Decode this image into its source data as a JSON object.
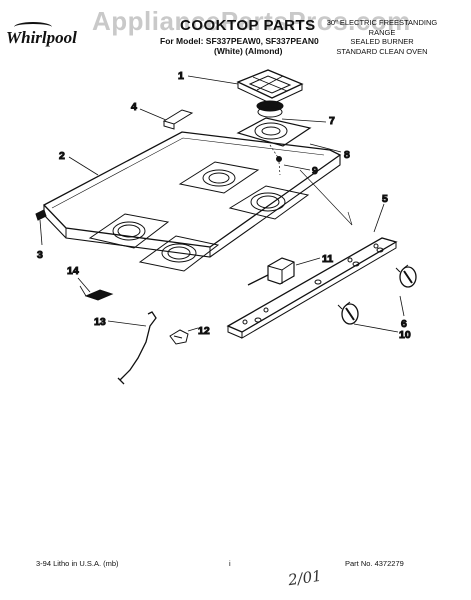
{
  "header": {
    "watermark": "AppliancePartsPros.com",
    "brand": "Whirlpool",
    "title": "COOKTOP PARTS",
    "model_line": "For Model: SF337PEAW0, SF337PEAN0",
    "colors_line": "(White)    (Almond)",
    "description_lines": [
      "30\" ELECTRIC FREESTANDING RANGE",
      "SEALED BURNER",
      "STANDARD CLEAN OVEN"
    ]
  },
  "callouts": [
    "1",
    "2",
    "3",
    "4",
    "5",
    "6",
    "7",
    "8",
    "9",
    "10",
    "11",
    "12",
    "13",
    "14"
  ],
  "footer": {
    "left": "3-94 Litho in U.S.A. (mb)",
    "page": "i",
    "part_number": "Part No. 4372279"
  },
  "handwritten_note": "2/01",
  "colors": {
    "ink": "#111111",
    "watermark": "#c9c9c9"
  }
}
